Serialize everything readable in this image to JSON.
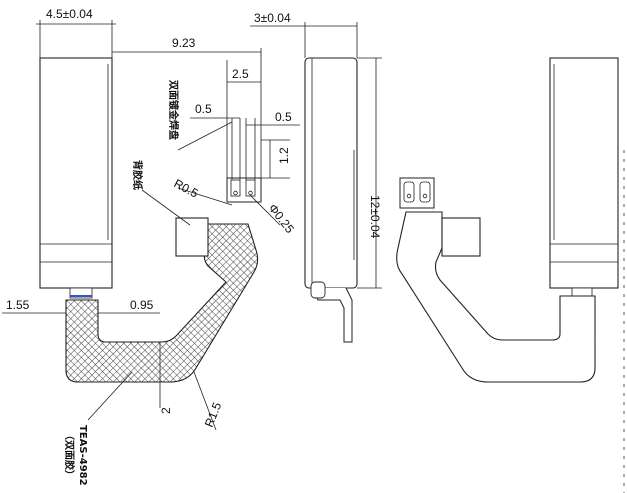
{
  "dimensions": {
    "width_45": "4.5±0.04",
    "length_923": "9.23",
    "pitch_25": "2.5",
    "pad_05_left": "0.5",
    "pad_05_right": "0.5",
    "height_12": "1.2",
    "radius_r05": "R0.5",
    "hole_025": "Φ0.25",
    "offset_155": "1.55",
    "offset_095": "0.95",
    "flex_width_2": "2",
    "radius_r15": "R1.5",
    "thickness_3": "3±0.04",
    "height_12_side": "12±0.04"
  },
  "labels": {
    "plating_note": "双面镀金焊盘",
    "stiffener_note": "背胶纸",
    "tape_model": "TEAS-4982",
    "tape_note": "（双面胶）"
  },
  "colors": {
    "line": "#222222",
    "hatch": "#333333",
    "blue_mark": "#3355cc"
  }
}
